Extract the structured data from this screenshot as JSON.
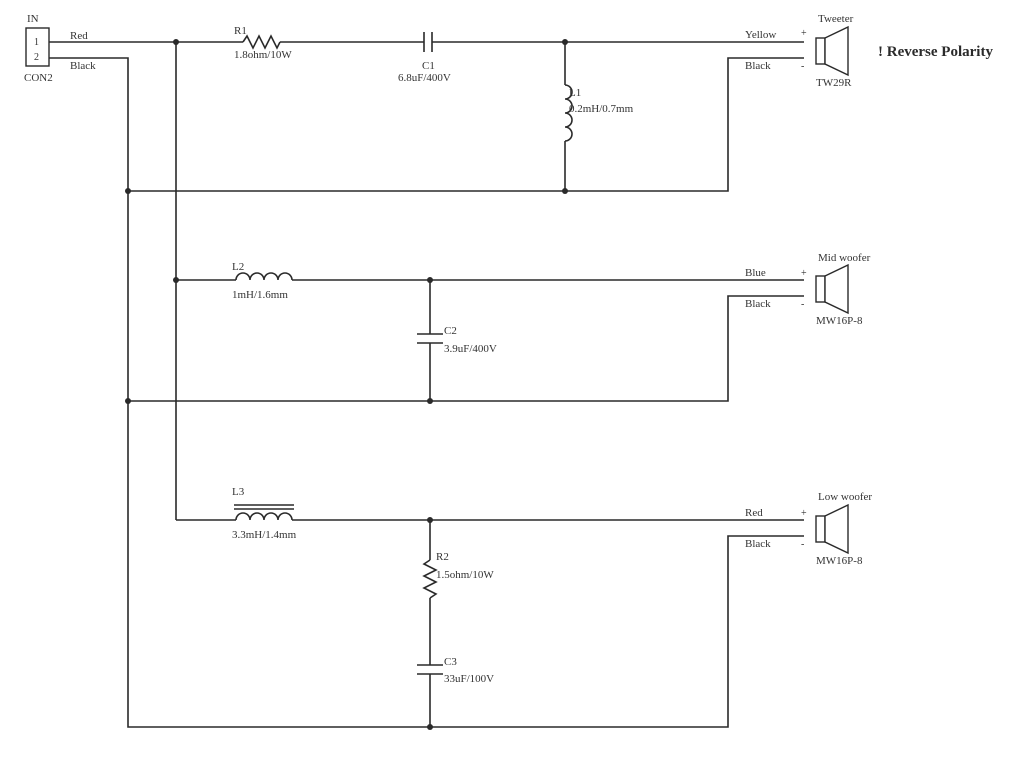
{
  "input": {
    "title": "IN",
    "pin1": "1",
    "pin2": "2",
    "ref": "CON2",
    "wire_red": "Red",
    "wire_black": "Black"
  },
  "tweeter_branch": {
    "r1": {
      "ref": "R1",
      "value": "1.8ohm/10W"
    },
    "c1": {
      "ref": "C1",
      "value": "6.8uF/400V"
    },
    "l1": {
      "ref": "L1",
      "value": "0.2mH/0.7mm"
    },
    "speaker": {
      "title": "Tweeter",
      "model": "TW29R",
      "wire_pos": "Yellow",
      "wire_neg": "Black",
      "plus": "+",
      "minus": "-"
    },
    "note": "! Reverse Polarity"
  },
  "mid_branch": {
    "l2": {
      "ref": "L2",
      "value": "1mH/1.6mm"
    },
    "c2": {
      "ref": "C2",
      "value": "3.9uF/400V"
    },
    "speaker": {
      "title": "Mid woofer",
      "model": "MW16P-8",
      "wire_pos": "Blue",
      "wire_neg": "Black",
      "plus": "+",
      "minus": "-"
    }
  },
  "low_branch": {
    "l3": {
      "ref": "L3",
      "value": "3.3mH/1.4mm"
    },
    "r2": {
      "ref": "R2",
      "value": "1.5ohm/10W"
    },
    "c3": {
      "ref": "C3",
      "value": "33uF/100V"
    },
    "speaker": {
      "title": "Low woofer",
      "model": "MW16P-8",
      "wire_pos": "Red",
      "wire_neg": "Black",
      "plus": "+",
      "minus": "-"
    }
  }
}
